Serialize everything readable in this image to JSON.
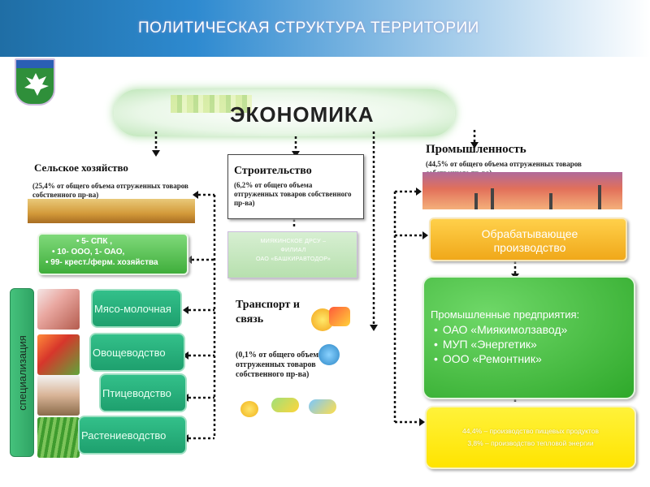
{
  "header": {
    "title": "ПОЛИТИЧЕСКАЯ СТРУКТУРА ТЕРРИТОРИИ"
  },
  "center": {
    "title": "ЭКОНОМИКА"
  },
  "agriculture": {
    "title": "Сельское хозяйство",
    "note": "(25,4% от общего объема отгруженных товаров собственного пр-ва)",
    "list": [
      "5- СПК ,",
      "10- ООО, 1- ОАО,",
      "99- крест./ферм. хозяйства"
    ]
  },
  "construction": {
    "title": "Строительство",
    "note": "(6,2% от общего объема отгруженных товаров собственного пр-ва)",
    "sub": [
      "МИЯКИНСКОЕ ДРСУ –",
      "ФИЛИАЛ",
      "ОАО «БАШКИРАВТОДОР»"
    ]
  },
  "transport": {
    "title_line1": "Транспорт и",
    "title_line2": "связь",
    "note": "(0,1% от общего объема отгруженных товаров собственного пр-ва)"
  },
  "industry": {
    "title": "Промышленность",
    "note": "(44,5% от общего объема отгруженных товаров собственного пр-ва)",
    "processing": [
      "Обрабатывающее",
      "производство"
    ],
    "enterprises_title": "Промышленные предприятия:",
    "enterprises": [
      "ОАО «Миякимолзавод»",
      "МУП «Энергетик»",
      "ООО «Ремонтник»"
    ],
    "shares": [
      "44,4% – производство пищевых продуктов",
      "3,8% – производство тепловой энергии"
    ]
  },
  "specialization": {
    "label": "специализация",
    "items": [
      "Мясо-молочная",
      "Овощеводство",
      "Птицеводство",
      "Растениеводство"
    ]
  }
}
